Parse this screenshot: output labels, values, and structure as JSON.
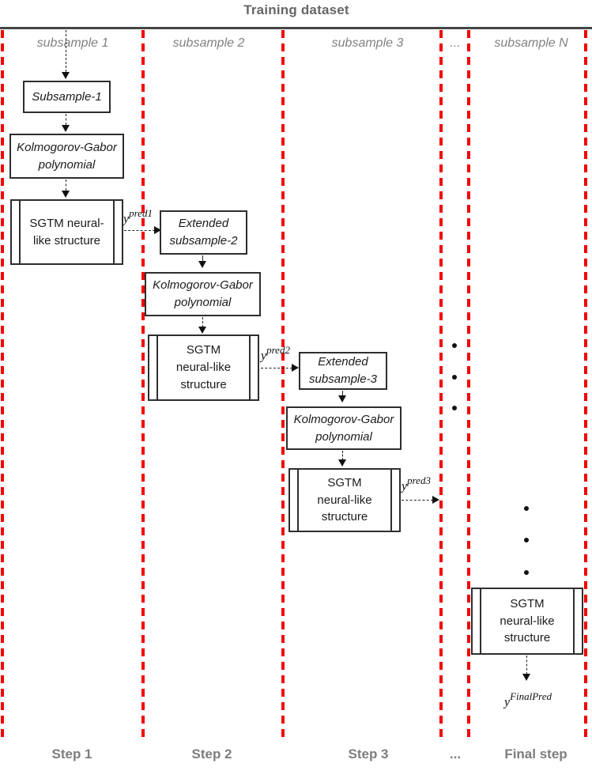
{
  "title": "Training dataset",
  "column_headers": {
    "c1": "subsample 1",
    "c2": "subsample 2",
    "c3": "subsample 3",
    "dots": "...",
    "cN": "subsample N"
  },
  "boxes": {
    "c1_input": "Subsample-1",
    "c1_kg": "Kolmogorov-Gabor polynomial",
    "c1_sgtm": "SGTM neural-like structure",
    "c2_input": "Extended subsample-2",
    "c2_kg": "Kolmogorov-Gabor polynomial",
    "c2_sgtm": "SGTM neural-like structure",
    "c3_input": "Extended subsample-3",
    "c3_kg": "Kolmogorov-Gabor polynomial",
    "c3_sgtm": "SGTM neural-like structure",
    "cN_sgtm": "SGTM neural-like structure"
  },
  "predictions": {
    "p1_base": "y",
    "p1_sup": "pred1",
    "p2_base": "y",
    "p2_sup": "pred2",
    "p3_base": "y",
    "p3_sup": "pred3",
    "final_base": "y",
    "final_sup": "FinalPred"
  },
  "footer": {
    "step1": "Step 1",
    "step2": "Step 2",
    "step3": "Step 3",
    "dots": "...",
    "final_step": "Final step"
  },
  "colors": {
    "divider_red": "#f40000",
    "heading_gray": "#666666",
    "label_gray": "#828282",
    "box_border": "#2e2e2e"
  }
}
